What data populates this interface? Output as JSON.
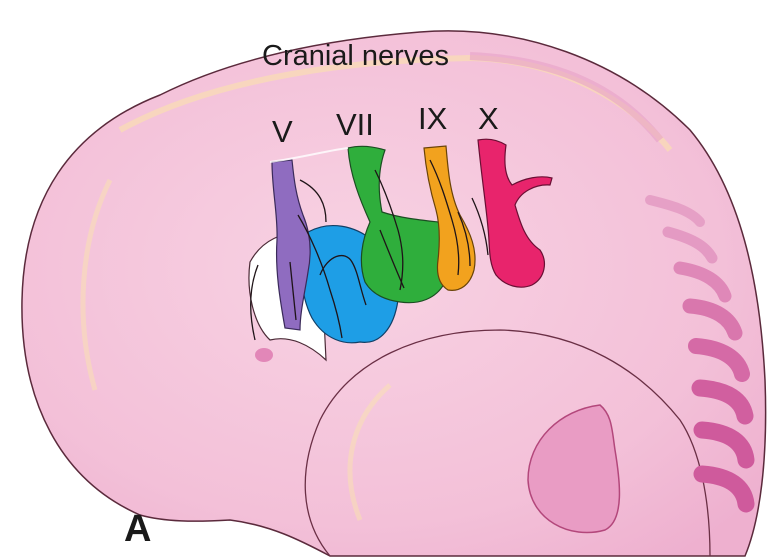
{
  "title": "Cranial nerves",
  "nerves": [
    {
      "label": "V",
      "color": "#8f6cc0"
    },
    {
      "label": "VII",
      "color": "#2fae3c"
    },
    {
      "label": "IX",
      "color": "#f2a21e"
    },
    {
      "label": "X",
      "color": "#e8246c"
    }
  ],
  "arch_color": "#1e9ee6",
  "embryo_color": "#f5c6dc",
  "somite_color": "#d9589a",
  "panel_label": "A"
}
